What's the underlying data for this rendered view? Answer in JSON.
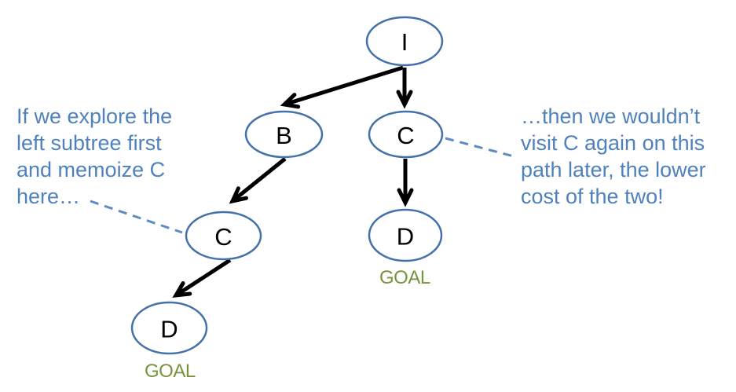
{
  "diagram": {
    "description": "Tree search diagram illustrating memoization of node C",
    "nodes": [
      {
        "id": "root",
        "label": "I"
      },
      {
        "id": "b",
        "label": "B"
      },
      {
        "id": "c-right",
        "label": "C"
      },
      {
        "id": "c-left",
        "label": "C"
      },
      {
        "id": "d-right",
        "label": "D"
      },
      {
        "id": "d-left",
        "label": "D"
      }
    ],
    "goals": {
      "left": "GOAL",
      "right": "GOAL"
    },
    "annotations": {
      "left": {
        "lines": [
          "If we explore the",
          "left subtree first",
          "and memoize C",
          "here…"
        ]
      },
      "right": {
        "lines": [
          "…then we wouldn’t",
          "visit C again on this",
          "path later, the lower",
          "cost of the two!"
        ]
      }
    },
    "colors": {
      "background": "#FFFFFF",
      "node_stroke": "#4472A8",
      "node_fill": "#FFFFFF",
      "node_text": "#000000",
      "arrow": "#000000",
      "dashed_callout": "#5E8BC4",
      "annotation_text": "#4F81BD",
      "goal_text": "#77933C"
    }
  }
}
